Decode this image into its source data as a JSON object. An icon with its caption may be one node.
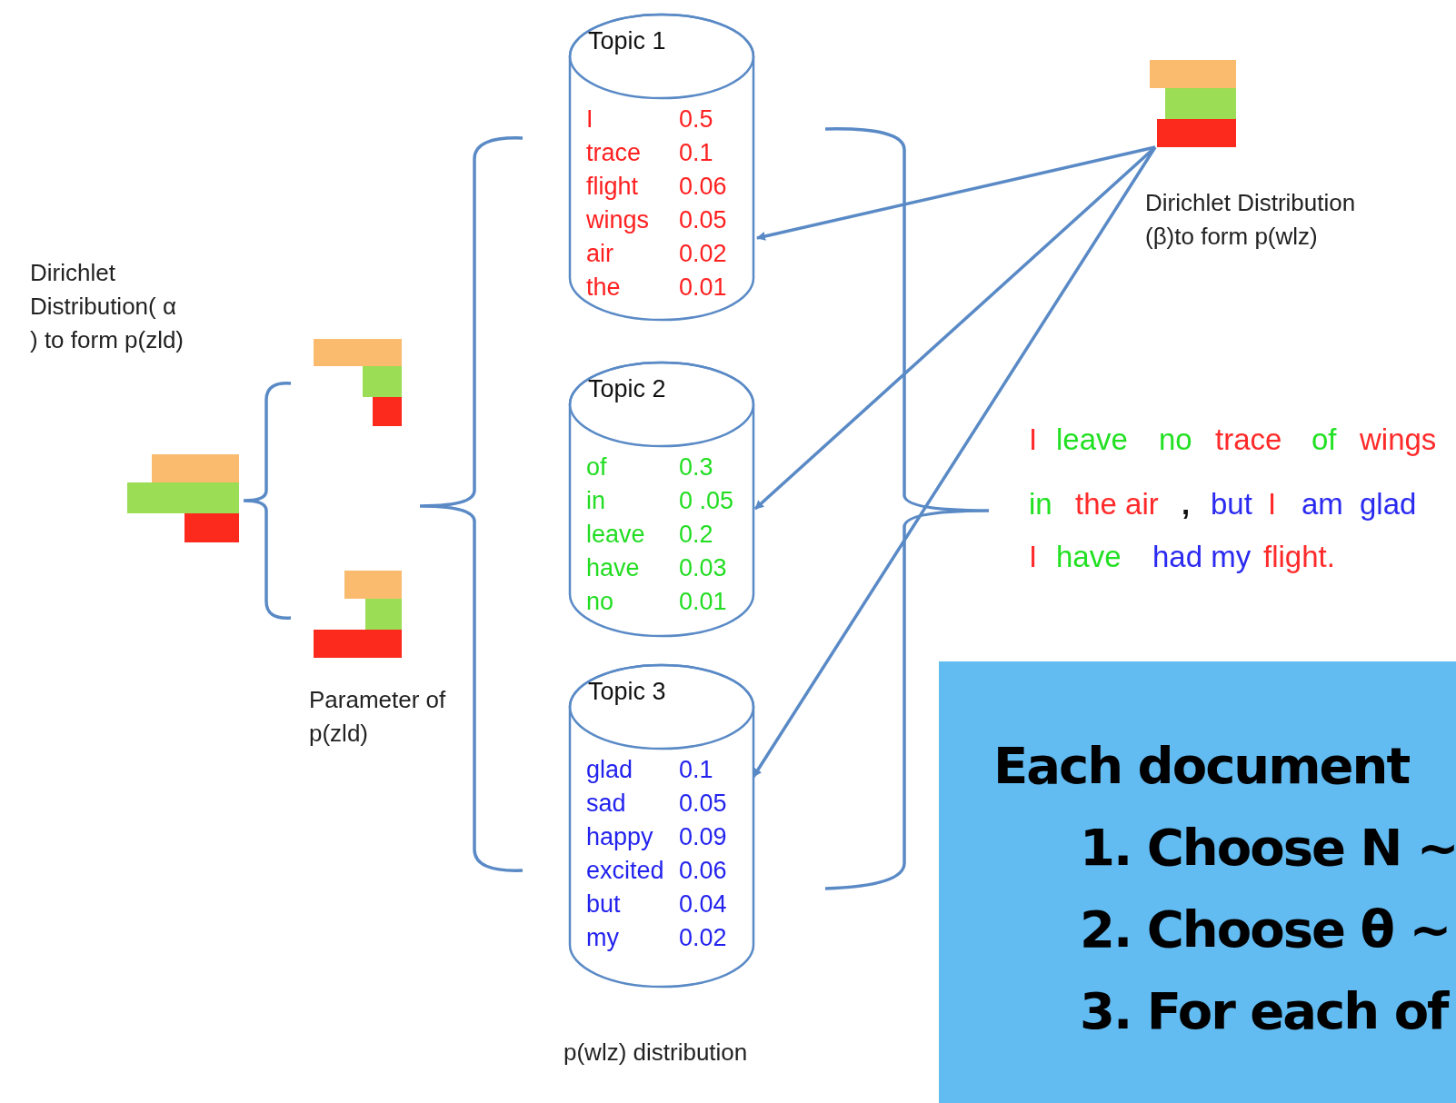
{
  "diagram": {
    "nodes": [
      {
        "text": [],
        "shape": "bar"
      },
      {
        "text": [],
        "shape": "bar"
      },
      {
        "text": [],
        "shape": "bar"
      },
      {
        "text": [
          "Topic 1",
          "I 0.5",
          "trace 0.1",
          "flight 0.06",
          "wings 0.05",
          "air 0.02",
          "the 0.01"
        ]
      },
      {
        "text": [
          "Topic 2",
          "of 0.3",
          "in 0 .05",
          "leave 0.2",
          "have 0.03",
          "no 0.01"
        ]
      },
      {
        "text": [
          "Topic 3",
          "glad 0.1",
          "sad 0.05",
          "happy 0.09",
          "excited 0.06",
          "but 0.04",
          "my 0.02"
        ]
      },
      {
        "text": [],
        "shape": "bar",
        "beside": [
          "Dirichlet Distribution (β)to form p(wlz)"
        ]
      },
      {
        "text": [
          "Each document",
          "1. Choose N ~",
          "2. Choose θ ~",
          "3. For each of"
        ]
      }
    ],
    "edges": [
      {
        "from": 6,
        "to": 3,
        "arrow": "to"
      },
      {
        "from": 6,
        "to": 4,
        "arrow": "to"
      },
      {
        "from": 6,
        "to": 5,
        "arrow": "to"
      }
    ],
    "labels": [
      "Dirichlet Distribution( α ) to form p(zld)",
      "Parameter of p(zld)",
      "I",
      "leave",
      "no",
      "trace",
      "of",
      "wings",
      "in",
      "the air",
      ",",
      "but",
      "I",
      "am",
      "glad",
      "I",
      "have",
      "had my",
      "flight.",
      "p(wlz) distribution"
    ]
  }
}
